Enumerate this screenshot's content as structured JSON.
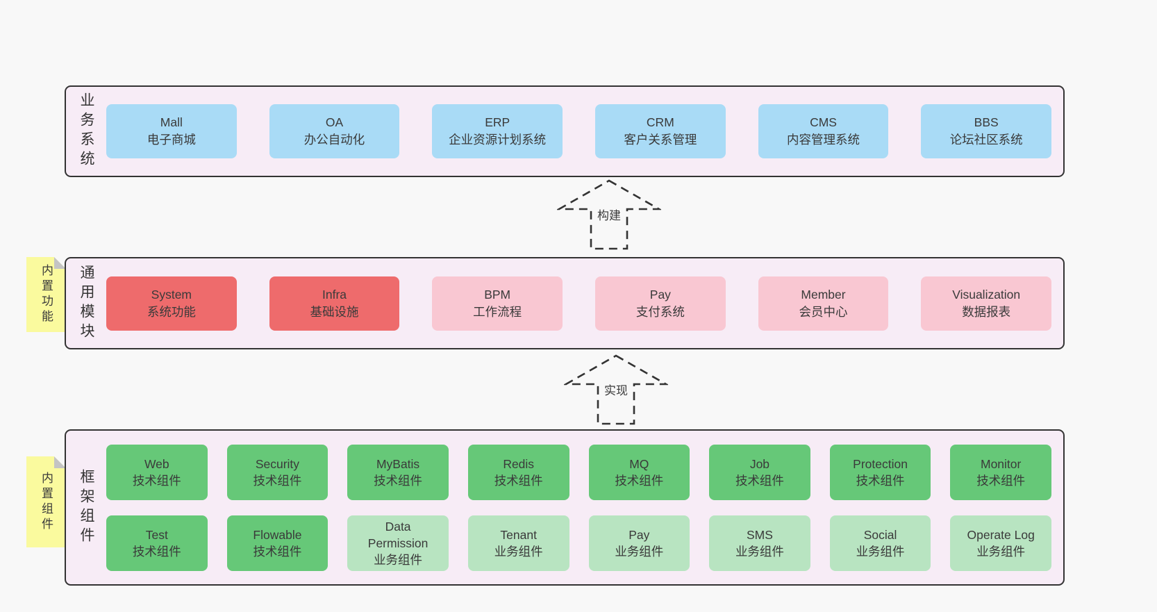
{
  "layers": [
    {
      "id": "business",
      "label": "业务系统",
      "sticky": null,
      "boxes": [
        {
          "title": "Mall",
          "subtitle": "电子商城",
          "variant": "blue"
        },
        {
          "title": "OA",
          "subtitle": "办公自动化",
          "variant": "blue"
        },
        {
          "title": "ERP",
          "subtitle": "企业资源计划系统",
          "variant": "blue"
        },
        {
          "title": "CRM",
          "subtitle": "客户关系管理",
          "variant": "blue"
        },
        {
          "title": "CMS",
          "subtitle": "内容管理系统",
          "variant": "blue"
        },
        {
          "title": "BBS",
          "subtitle": "论坛社区系统",
          "variant": "blue"
        }
      ]
    },
    {
      "id": "modules",
      "label": "通用模块",
      "sticky": "内置功能",
      "boxes": [
        {
          "title": "System",
          "subtitle": "系统功能",
          "variant": "red"
        },
        {
          "title": "Infra",
          "subtitle": "基础设施",
          "variant": "red"
        },
        {
          "title": "BPM",
          "subtitle": "工作流程",
          "variant": "pink"
        },
        {
          "title": "Pay",
          "subtitle": "支付系统",
          "variant": "pink"
        },
        {
          "title": "Member",
          "subtitle": "会员中心",
          "variant": "pink"
        },
        {
          "title": "Visualization",
          "subtitle": "数据报表",
          "variant": "pink"
        }
      ]
    },
    {
      "id": "components",
      "label": "框架组件",
      "sticky": "内置组件",
      "boxes": [
        {
          "title": "Web",
          "subtitle": "技术组件",
          "variant": "green"
        },
        {
          "title": "Security",
          "subtitle": "技术组件",
          "variant": "green"
        },
        {
          "title": "MyBatis",
          "subtitle": "技术组件",
          "variant": "green"
        },
        {
          "title": "Redis",
          "subtitle": "技术组件",
          "variant": "green"
        },
        {
          "title": "MQ",
          "subtitle": "技术组件",
          "variant": "green"
        },
        {
          "title": "Job",
          "subtitle": "技术组件",
          "variant": "green"
        },
        {
          "title": "Protection",
          "subtitle": "技术组件",
          "variant": "green"
        },
        {
          "title": "Monitor",
          "subtitle": "技术组件",
          "variant": "green"
        },
        {
          "title": "Test",
          "subtitle": "技术组件",
          "variant": "green"
        },
        {
          "title": "Flowable",
          "subtitle": "技术组件",
          "variant": "green"
        },
        {
          "title": "Data Permission",
          "subtitle": "业务组件",
          "variant": "lightgreen"
        },
        {
          "title": "Tenant",
          "subtitle": "业务组件",
          "variant": "lightgreen"
        },
        {
          "title": "Pay",
          "subtitle": "业务组件",
          "variant": "lightgreen"
        },
        {
          "title": "SMS",
          "subtitle": "业务组件",
          "variant": "lightgreen"
        },
        {
          "title": "Social",
          "subtitle": "业务组件",
          "variant": "lightgreen"
        },
        {
          "title": "Operate Log",
          "subtitle": "业务组件",
          "variant": "lightgreen"
        }
      ]
    }
  ],
  "arrows": [
    {
      "label": "构建"
    },
    {
      "label": "实现"
    }
  ],
  "colors": {
    "page_background": "#f8f8f8",
    "band_fill": "#f7ecf6",
    "band_border": "#333333",
    "box_blue": "#a9dbf6",
    "box_red": "#ee6b6c",
    "box_pink": "#f9c7d2",
    "box_green": "#66c878",
    "box_light_green": "#b8e4c1",
    "sticky_yellow": "#fafa9e",
    "sticky_fold_gray": "#c4c4c4",
    "text": "#3a3a3a"
  }
}
